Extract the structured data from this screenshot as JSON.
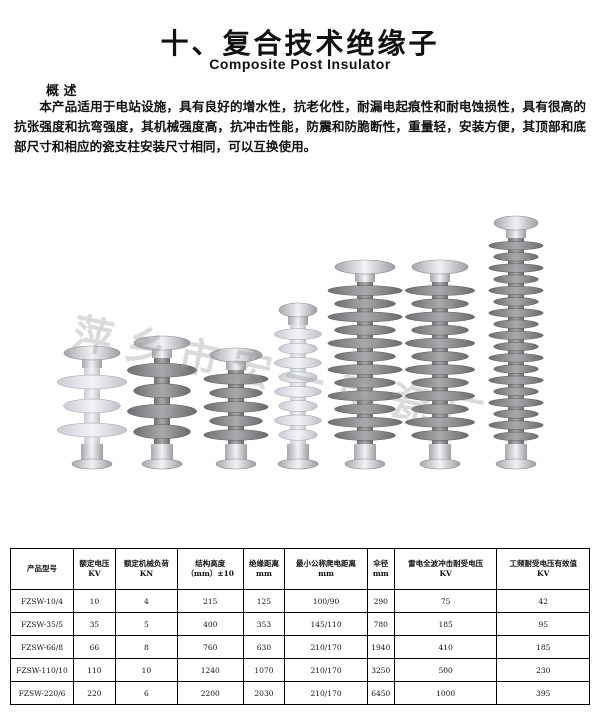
{
  "header": {
    "title_cn": "十、复合技术绝缘子",
    "title_en": "Composite Post Insulator"
  },
  "overview": {
    "label": "概 述",
    "text": "本产品适用于电站设施，具有良好的增水性，抗老化性，耐漏电起痕性和耐电蚀损性，具有很高的抗张强度和抗弯强度，其机械强度高，抗冲击性能，防震和防脆断性，重量轻，安装方便，其顶部和底部尺寸和相应的瓷支柱安装尺寸相同，可以互换使用。"
  },
  "watermark": "萍乡市宏一电瓷厂",
  "colors": {
    "shed": "#8e8e8e",
    "metal": "#d9dadd"
  },
  "insulators": [
    {
      "sheds": 3,
      "style": "white"
    },
    {
      "sheds": 4,
      "style": "grey"
    },
    {
      "sheds": 5,
      "style": "grey"
    },
    {
      "sheds": 8,
      "style": "white"
    },
    {
      "sheds": 12,
      "style": "grey"
    },
    {
      "sheds": 12,
      "style": "grey"
    },
    {
      "sheds": 18,
      "style": "grey"
    }
  ],
  "table": {
    "headers": [
      "产品型号",
      "额定电压\nKV",
      "额定机械负荷\nKN",
      "结构高度\n（mm）±10",
      "绝缘距离\nmm",
      "最小公称爬电距离\nmm",
      "伞径\nmm",
      "雷电全波冲击耐受电压\nKV",
      "工频耐受电压有效值\nKV"
    ],
    "rows": [
      [
        "FZSW-10/4",
        "10",
        "4",
        "215",
        "125",
        "100/90",
        "290",
        "75",
        "42"
      ],
      [
        "FZSW-35/5",
        "35",
        "5",
        "400",
        "353",
        "145/110",
        "780",
        "185",
        "95"
      ],
      [
        "FZSW-66/8",
        "66",
        "8",
        "760",
        "630",
        "210/170",
        "1940",
        "410",
        "185"
      ],
      [
        "FZSW-110/10",
        "110",
        "10",
        "1240",
        "1070",
        "210/170",
        "3250",
        "500",
        "230"
      ],
      [
        "FZSW-220/6",
        "220",
        "6",
        "2200",
        "2030",
        "210/170",
        "6450",
        "1000",
        "395"
      ]
    ]
  }
}
